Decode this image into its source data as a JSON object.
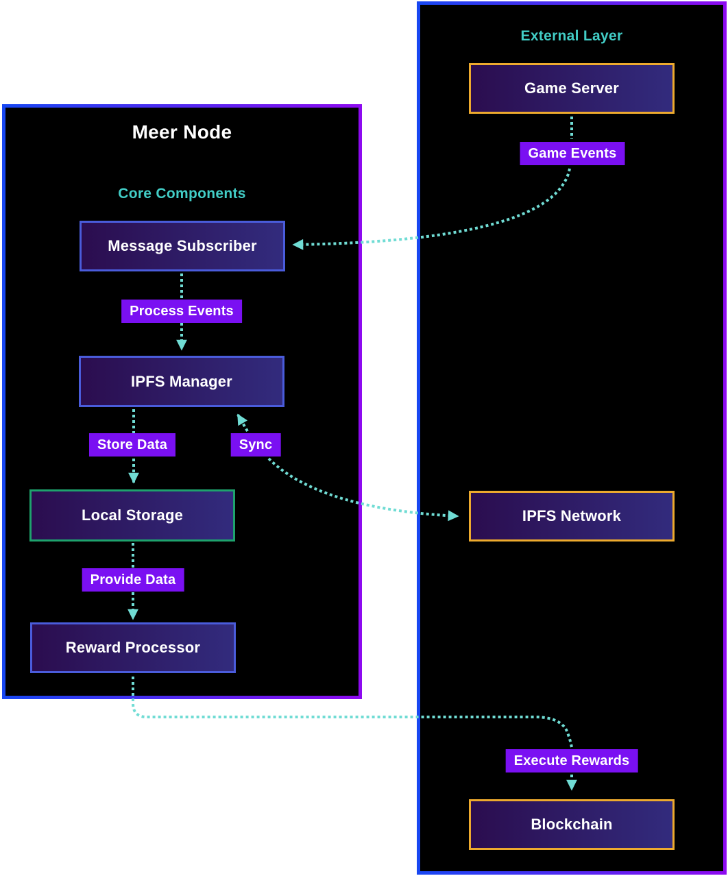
{
  "diagram": {
    "type": "flowchart",
    "containers": {
      "meer_node": {
        "title": "Meer Node",
        "section_label": "Core Components"
      },
      "external_layer": {
        "title": "External Layer"
      }
    },
    "nodes": {
      "message_subscriber": {
        "label": "Message Subscriber",
        "container": "meer_node",
        "border": "blue"
      },
      "ipfs_manager": {
        "label": "IPFS Manager",
        "container": "meer_node",
        "border": "blue"
      },
      "local_storage": {
        "label": "Local Storage",
        "container": "meer_node",
        "border": "green"
      },
      "reward_processor": {
        "label": "Reward Processor",
        "container": "meer_node",
        "border": "blue"
      },
      "game_server": {
        "label": "Game Server",
        "container": "external_layer",
        "border": "gold"
      },
      "ipfs_network": {
        "label": "IPFS Network",
        "container": "external_layer",
        "border": "gold"
      },
      "blockchain": {
        "label": "Blockchain",
        "container": "external_layer",
        "border": "gold"
      }
    },
    "edge_labels": {
      "game_events": "Game Events",
      "process_events": "Process Events",
      "store_data": "Store Data",
      "sync": "Sync",
      "provide_data": "Provide Data",
      "execute_rewards": "Execute Rewards"
    },
    "edges": [
      {
        "from": "game_server",
        "to": "message_subscriber",
        "label": "Game Events",
        "style": "dotted"
      },
      {
        "from": "message_subscriber",
        "to": "ipfs_manager",
        "label": "Process Events",
        "style": "dotted"
      },
      {
        "from": "ipfs_manager",
        "to": "local_storage",
        "label": "Store Data",
        "style": "dotted"
      },
      {
        "from": "ipfs_manager",
        "to": "ipfs_network",
        "label": "Sync",
        "style": "dotted",
        "bidirectional": true
      },
      {
        "from": "local_storage",
        "to": "reward_processor",
        "label": "Provide Data",
        "style": "dotted"
      },
      {
        "from": "reward_processor",
        "to": "blockchain",
        "label": "Execute Rewards",
        "style": "dotted"
      }
    ],
    "colors": {
      "page_background": "#ffffff",
      "container_fill": "#000000",
      "container_border_gradient_start": "#1847f2",
      "container_border_gradient_end": "#8d0af0",
      "node_fill_gradient_start": "#2b0d4f",
      "node_fill_gradient_end": "#322b7d",
      "node_border_blue": "#4a5cdb",
      "node_border_green": "#1ea26d",
      "node_border_gold": "#edaa2e",
      "edge_label_background": "#7a10f2",
      "arrow_teal": "#70dcd4",
      "heading_teal": "#42cdc6",
      "text_white": "#ffffff"
    }
  }
}
